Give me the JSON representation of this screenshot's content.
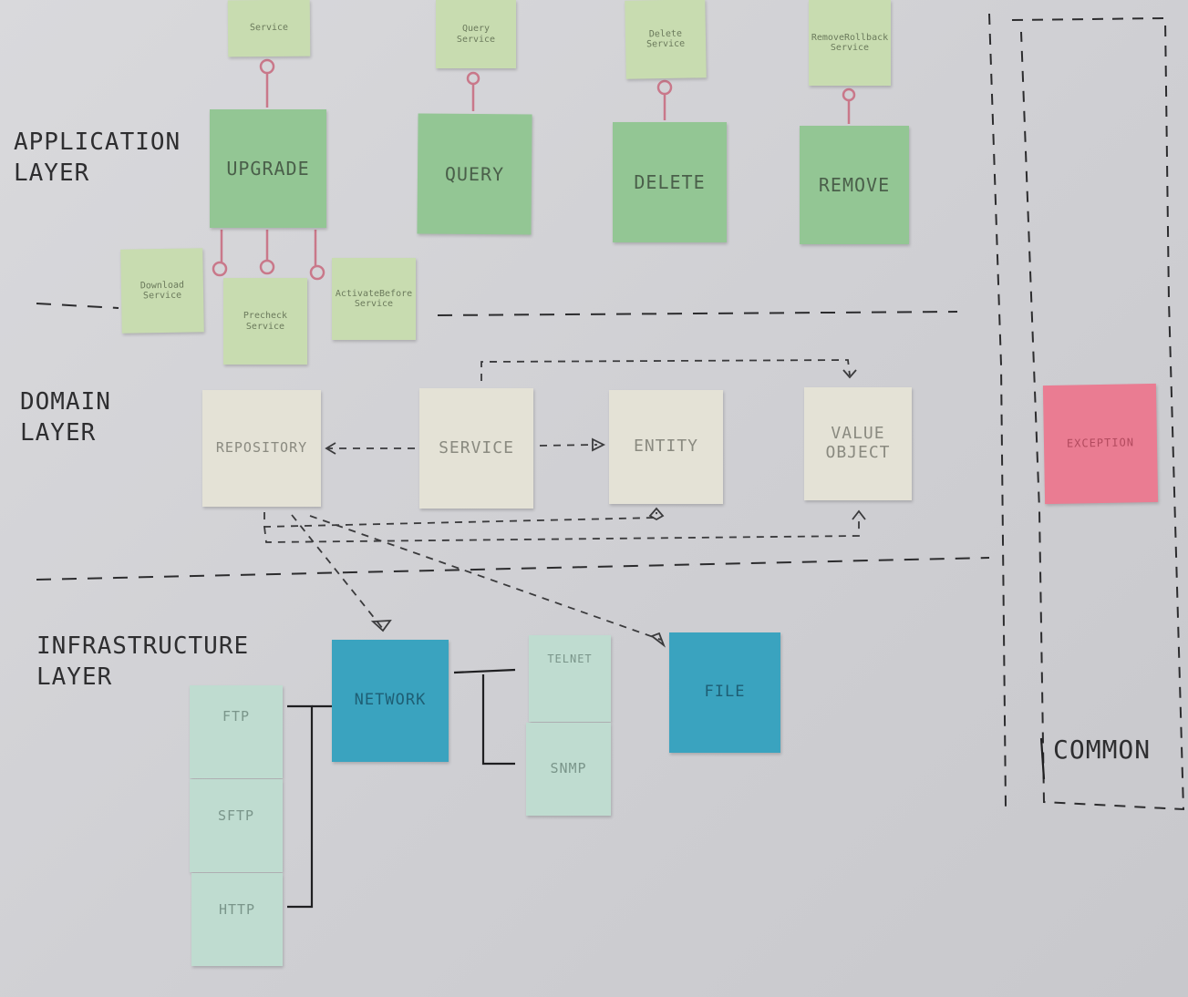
{
  "layers": {
    "application": "APPLICATION\nLAYER",
    "domain": "DOMAIN\nLAYER",
    "infrastructure": "INFRASTRUCTURE\nLAYER",
    "common": "COMMON"
  },
  "services_top": {
    "upgrade_service": "Service",
    "query_service": "Query\nService",
    "delete_service": "Delete\nService",
    "remove_service": "RemoveRollback\nService"
  },
  "application_notes": {
    "upgrade": "UPGRADE",
    "query": "QUERY",
    "delete": "DELETE",
    "remove": "REMOVE"
  },
  "services_bottom": {
    "download_service": "Download\nService",
    "precheck_service": "Precheck\nService",
    "activate_service": "ActivateBefore\nService"
  },
  "domain_notes": {
    "repository": "REPOSITORY",
    "service": "SERVICE",
    "entity": "ENTITY",
    "value_object": "VALUE\nOBJECT"
  },
  "infrastructure_notes": {
    "network": "NETWORK",
    "file": "FILE",
    "ftp": "FTP",
    "sftp": "SFTP",
    "http": "HTTP",
    "telnet": "TELNET",
    "snmp": "SNMP"
  },
  "common_notes": {
    "exception": "EXCEPTION"
  },
  "colors": {
    "service_note": "#c8dcb0",
    "application_note": "#93c694",
    "domain_note": "#e4e2d6",
    "network_note": "#3aa3bf",
    "protocol_note": "#bfdcd0",
    "exception_note": "#ea7c92",
    "connector": "#c9788a"
  }
}
